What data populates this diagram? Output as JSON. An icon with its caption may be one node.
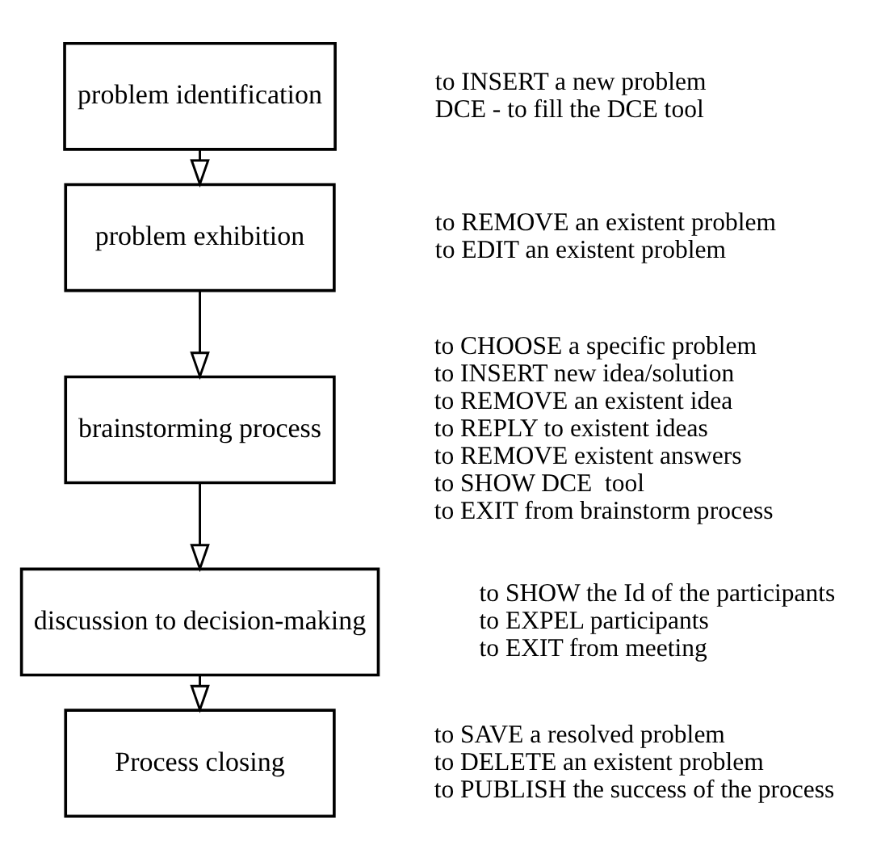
{
  "diagram": {
    "nodes": [
      {
        "text": [
          "problem identification"
        ],
        "beside": [
          "to INSERT a new problem",
          "DCE - to fill the DCE tool"
        ]
      },
      {
        "text": [
          "problem exhibition"
        ],
        "beside": [
          "to REMOVE an existent problem",
          "to EDIT an existent problem"
        ]
      },
      {
        "text": [
          "brainstorming process"
        ],
        "beside": [
          "to CHOOSE a specific problem",
          "to INSERT new idea/solution",
          "to REMOVE an existent idea",
          "to REPLY to existent ideas",
          "to REMOVE existent answers",
          "to SHOW DCE  tool",
          "to EXIT from brainstorm process"
        ]
      },
      {
        "text": [
          "discussion to decision-making"
        ],
        "beside": [
          "to SHOW the Id of the participants",
          "to EXPEL participants",
          "to EXIT from meeting"
        ]
      },
      {
        "text": [
          "Process closing"
        ],
        "beside": [
          "to SAVE a resolved problem",
          "to DELETE an existent problem",
          "to PUBLISH the success of the process"
        ]
      }
    ],
    "edges": [
      {
        "from": 0,
        "to": 1,
        "arrow": "to"
      },
      {
        "from": 1,
        "to": 2,
        "arrow": "to"
      },
      {
        "from": 2,
        "to": 3,
        "arrow": "to"
      },
      {
        "from": 3,
        "to": 4,
        "arrow": "to"
      }
    ]
  }
}
